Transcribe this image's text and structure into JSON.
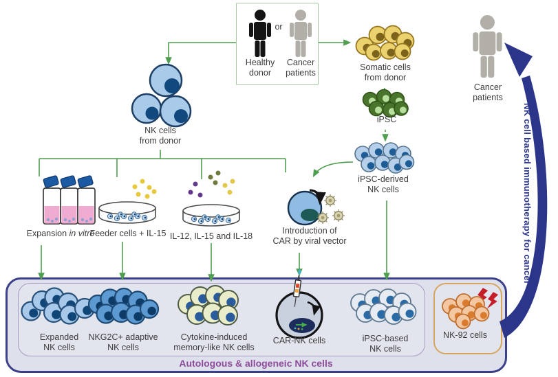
{
  "donor_box": {
    "healthy_donor": "Healthy\ndonor",
    "or": "or",
    "cancer_patients": "Cancer\npatients"
  },
  "pathway": {
    "nk_from_donor": "NK cells\nfrom donor",
    "somatic_cells": "Somatic cells\nfrom donor",
    "ipsc": "iPSC",
    "ipsc_derived": "iPSC-derived\nNK cells"
  },
  "treatments": {
    "expansion_prefix": "Expansion ",
    "expansion_italic": "in vitro",
    "feeder": "Feeder cells + IL-15",
    "cytokines": "IL-12, IL-15 and IL-18",
    "car_intro": "Introduction of\nCAR by viral vector"
  },
  "products": {
    "expanded": "Expanded\nNK cells",
    "nkg2c": "NKG2C+ adaptive\nNK cells",
    "cytokine_induced": "Cytokine-induced\nmemory-like NK cells",
    "car_nk": "CAR-NK cells",
    "ipsc_based": "iPSC-based\nNK cells",
    "nk92": "NK-92 cells"
  },
  "captions": {
    "autologous": "Autologous & allogeneic NK cells",
    "therapy": "NK cell based immunotherapy for cancer",
    "patient": "Cancer\npatients"
  },
  "colors": {
    "arrow_green": "#4f9e51",
    "navy_arrow": "#2b3589",
    "caption_purple": "#8e4b9c",
    "panel_fill": "#dee0eb",
    "panel_border": "#3a3f88",
    "nk92_border": "#d8a55e",
    "donor_box_border": "#a6c9a1"
  }
}
